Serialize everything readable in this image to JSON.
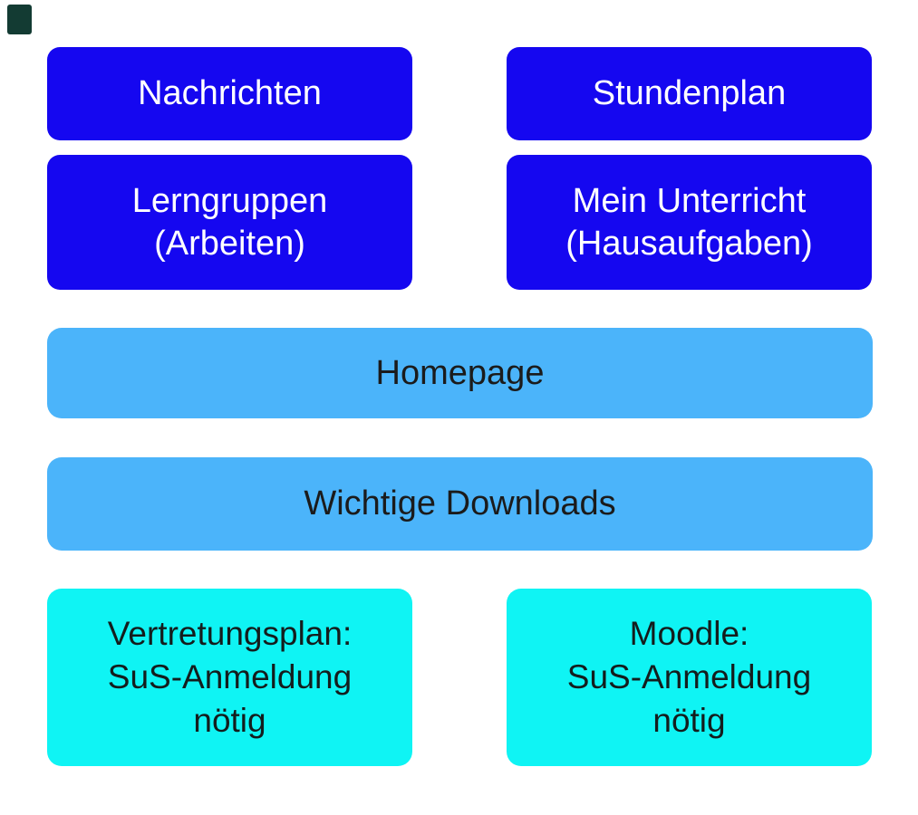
{
  "colors": {
    "background": "#ffffff",
    "primary_blue": "#1507f0",
    "light_blue": "#4bb4fa",
    "cyan": "#0ff4f4",
    "text_on_blue": "#ffffff",
    "text_dark": "#1b1b1b",
    "corner_mark": "#133b33"
  },
  "tiles": {
    "nachrichten": {
      "line1": "Nachrichten"
    },
    "stundenplan": {
      "line1": "Stundenplan"
    },
    "lerngruppen": {
      "line1": "Lerngruppen",
      "line2": "(Arbeiten)"
    },
    "mein_unterricht": {
      "line1": "Mein Unterricht",
      "line2": "(Hausaufgaben)"
    },
    "homepage": {
      "line1": "Homepage"
    },
    "downloads": {
      "line1": "Wichtige Downloads"
    },
    "vertretungsplan": {
      "line1": "Vertretungsplan:",
      "line2": "SuS-Anmeldung",
      "line3": "nötig"
    },
    "moodle": {
      "line1": "Moodle:",
      "line2": "SuS-Anmeldung",
      "line3": "nötig"
    }
  }
}
